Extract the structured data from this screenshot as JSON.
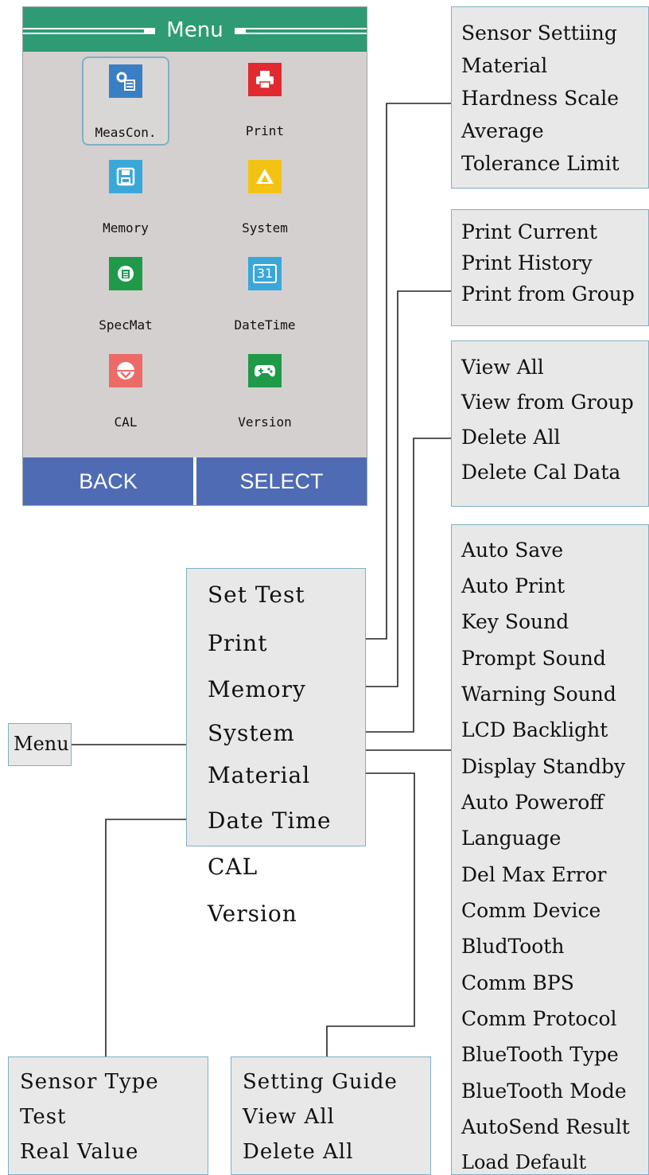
{
  "screen": {
    "title": "Menu",
    "tiles": [
      {
        "label": "MeasCon.",
        "icon": "settings-list-icon",
        "color": "#3a7fc4"
      },
      {
        "label": "Print",
        "icon": "printer-icon",
        "color": "#e02a2f"
      },
      {
        "label": "Memory",
        "icon": "floppy-disk-icon",
        "color": "#3aa7d9"
      },
      {
        "label": "System",
        "icon": "drive-triangle-icon",
        "color": "#f2c313"
      },
      {
        "label": "SpecMat",
        "icon": "document-icon",
        "color": "#1f9a48"
      },
      {
        "label": "DateTime",
        "icon": "calendar-icon",
        "color": "#3aa7d9",
        "glyph": "31"
      },
      {
        "label": "CAL",
        "icon": "target-icon",
        "color": "#ec6b67"
      },
      {
        "label": "Version",
        "icon": "gamepad-icon",
        "color": "#1f9a48"
      }
    ],
    "softkeys": {
      "back": "BACK",
      "select": "SELECT"
    }
  },
  "tree": {
    "root": "Menu",
    "main_items": [
      "Set Test",
      "Print",
      "Memory",
      "System",
      "Material",
      "Date Time",
      "CAL",
      "Version"
    ],
    "set_test": [
      "Sensor Settiing",
      "Material",
      "Hardness Scale",
      "Average",
      "Tolerance Limit"
    ],
    "print": [
      "Print Current",
      "Print History",
      "Print from Group"
    ],
    "memory": [
      "View All",
      "View from Group",
      "Delete All",
      "Delete Cal Data"
    ],
    "system": [
      "Auto Save",
      "Auto Print",
      "Key Sound",
      "Prompt Sound",
      "Warning Sound",
      "LCD Backlight",
      "Display Standby",
      "Auto Poweroff",
      "Language",
      "Del Max Error",
      "Comm Device",
      "BludTooth",
      "Comm BPS",
      "Comm Protocol",
      "BlueTooth Type",
      "BlueTooth Mode",
      "AutoSend Result",
      "Load Default"
    ],
    "cal": [
      "Sensor Type",
      "Test",
      "Real Value"
    ],
    "material": [
      "Setting Guide",
      "View All",
      "Delete All"
    ]
  },
  "colors": {
    "header": "#2e9b74",
    "softkey_bar": "#4f6bb4",
    "box_fill": "#e8e8e8",
    "box_border": "#7fb0c4"
  }
}
